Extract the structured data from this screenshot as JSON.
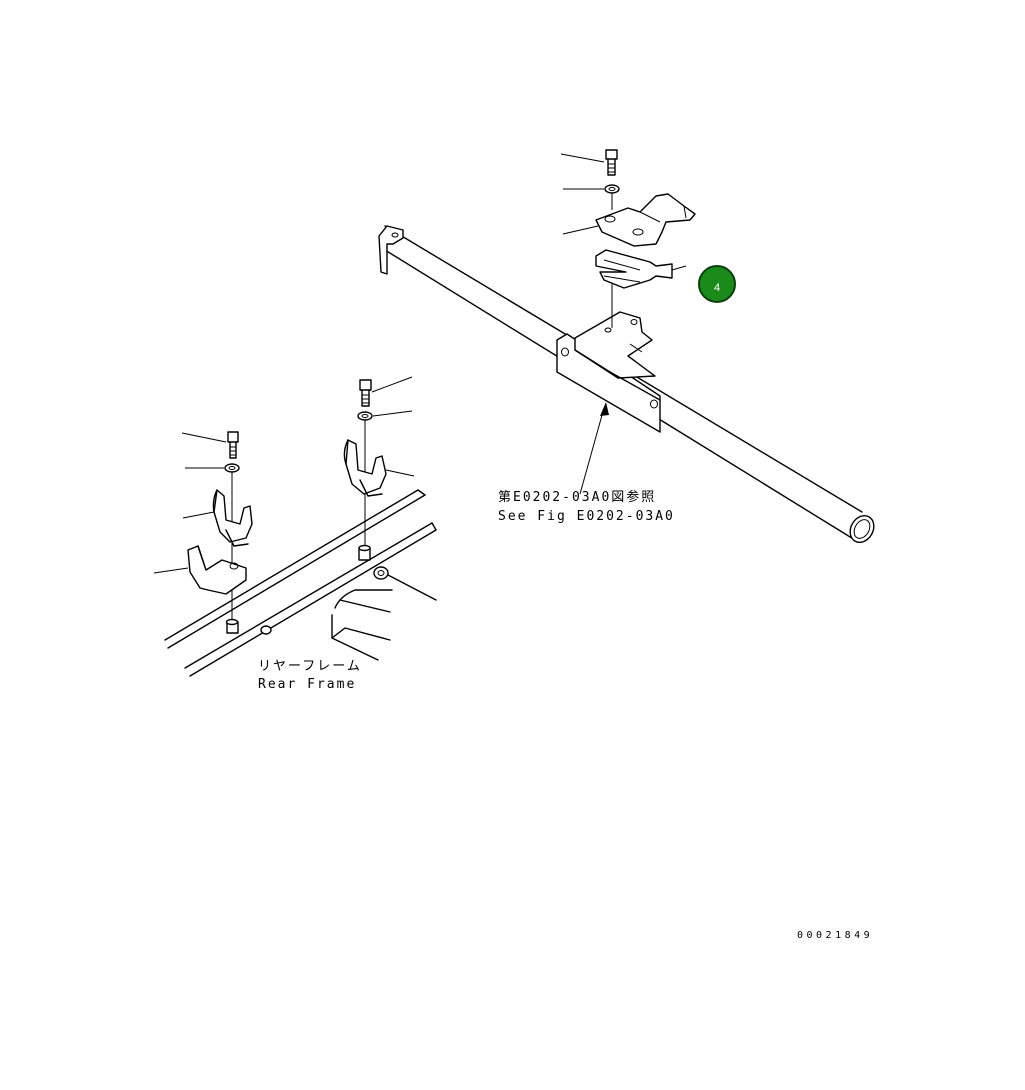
{
  "callouts": {
    "ref_jp": "第E0202-03A0図参照",
    "ref_en": "See Fig E0202-03A0",
    "frame_jp": "リヤーフレーム",
    "frame_en": "Rear Frame"
  },
  "badge": {
    "label": "4",
    "color": "#1a8a1a"
  },
  "drawing_id": "00021849"
}
